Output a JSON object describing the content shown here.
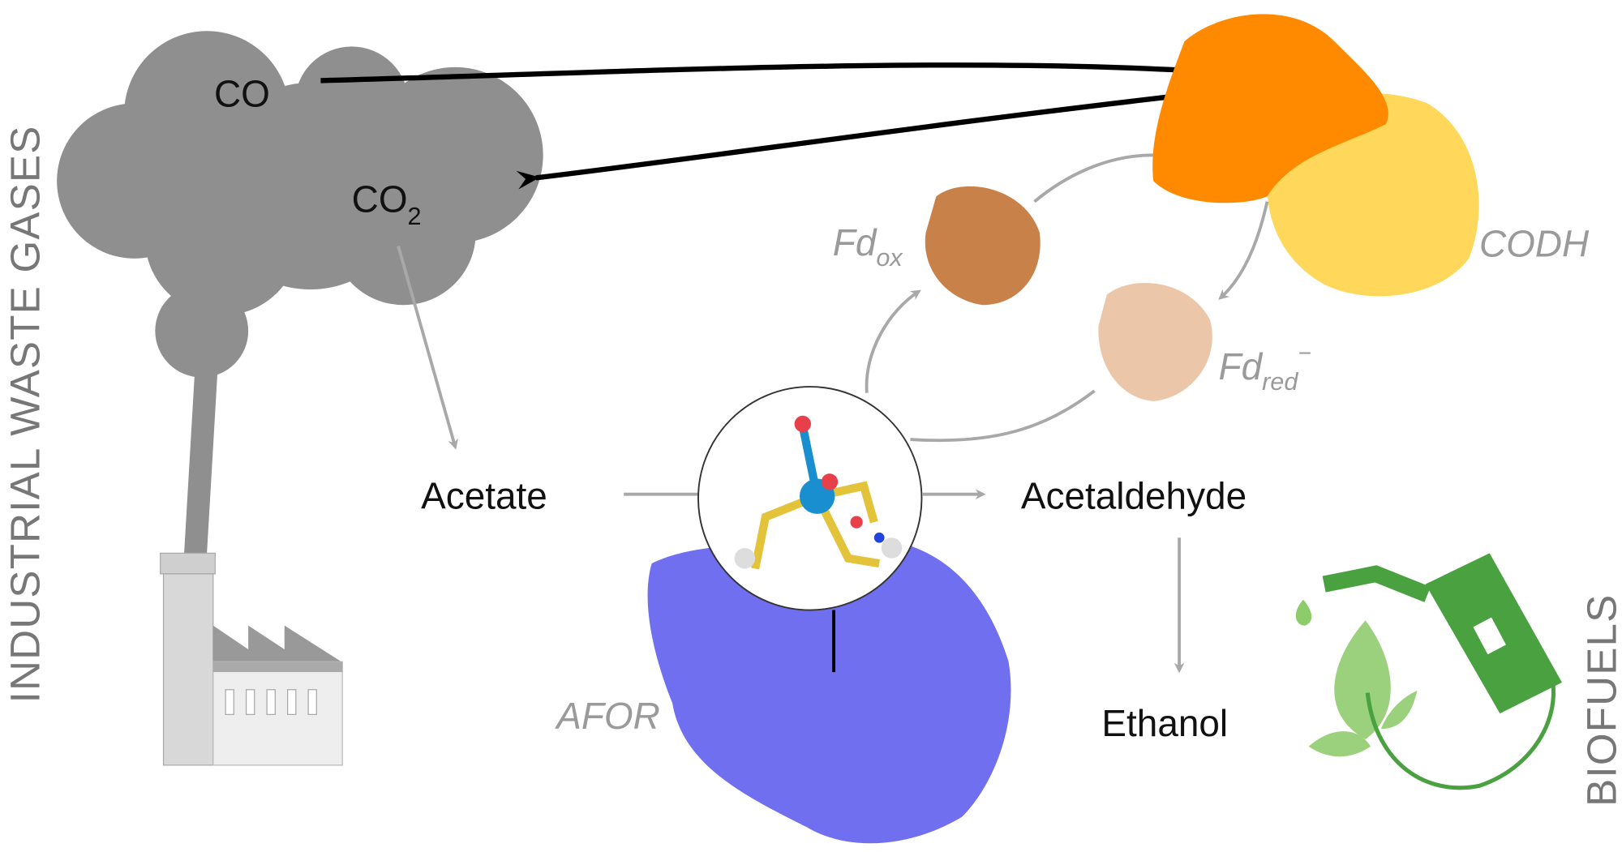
{
  "labels": {
    "co": "CO",
    "co2_main": "CO",
    "co2_sub": "2",
    "acetate": "Acetate",
    "acetaldehyde": "Acetaldehyde",
    "ethanol": "Ethanol",
    "afor": "AFOR",
    "codh": "CODH",
    "fd_ox_main": "Fd",
    "fd_ox_sub": "ox",
    "fd_red_main": "Fd",
    "fd_red_sub": "red",
    "fd_red_sup": "−",
    "industrial": "INDUSTRIAL WASTE GASES",
    "biofuels": "BIOFUELS"
  },
  "colors": {
    "cloud": "#8f8f8f",
    "codh_dark": "#ff8a00",
    "codh_light": "#ffd75a",
    "fd_ox": "#c9814a",
    "fd_red": "#ecc6a8",
    "afor": "#6f6ff0",
    "biofuel_green": "#4aa140",
    "arrow_gray": "#a8a8a8"
  }
}
